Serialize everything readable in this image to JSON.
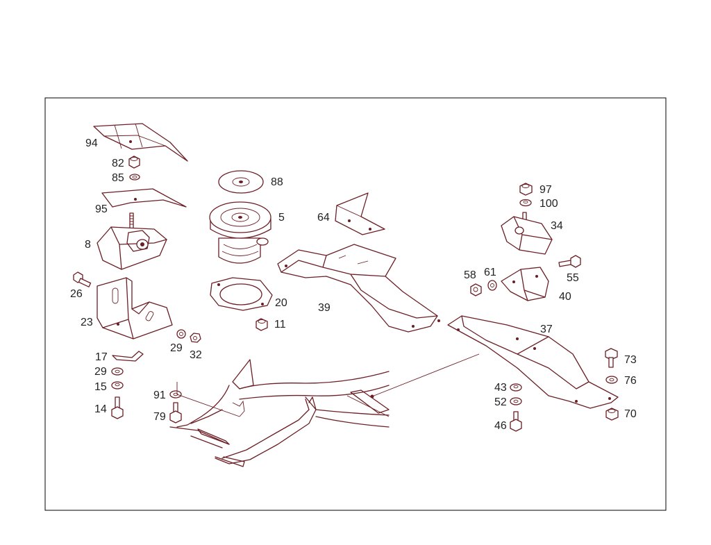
{
  "diagram": {
    "labels": {
      "p94": "94",
      "p82": "82",
      "p85": "85",
      "p95": "95",
      "p8": "8",
      "p26": "26",
      "p23": "23",
      "p29a": "29",
      "p32": "32",
      "p17": "17",
      "p29b": "29",
      "p15": "15",
      "p14": "14",
      "p91": "91",
      "p79": "79",
      "p88": "88",
      "p5": "5",
      "p20": "20",
      "p11": "11",
      "p64": "64",
      "p39": "39",
      "p97": "97",
      "p100": "100",
      "p34": "34",
      "p58": "58",
      "p61": "61",
      "p55": "55",
      "p40": "40",
      "p37": "37",
      "p73": "73",
      "p76": "76",
      "p43": "43",
      "p52": "52",
      "p70": "70",
      "p46": "46"
    },
    "colors": {
      "line": "#6b1e24",
      "text": "#222222",
      "frame": "#000000"
    }
  }
}
